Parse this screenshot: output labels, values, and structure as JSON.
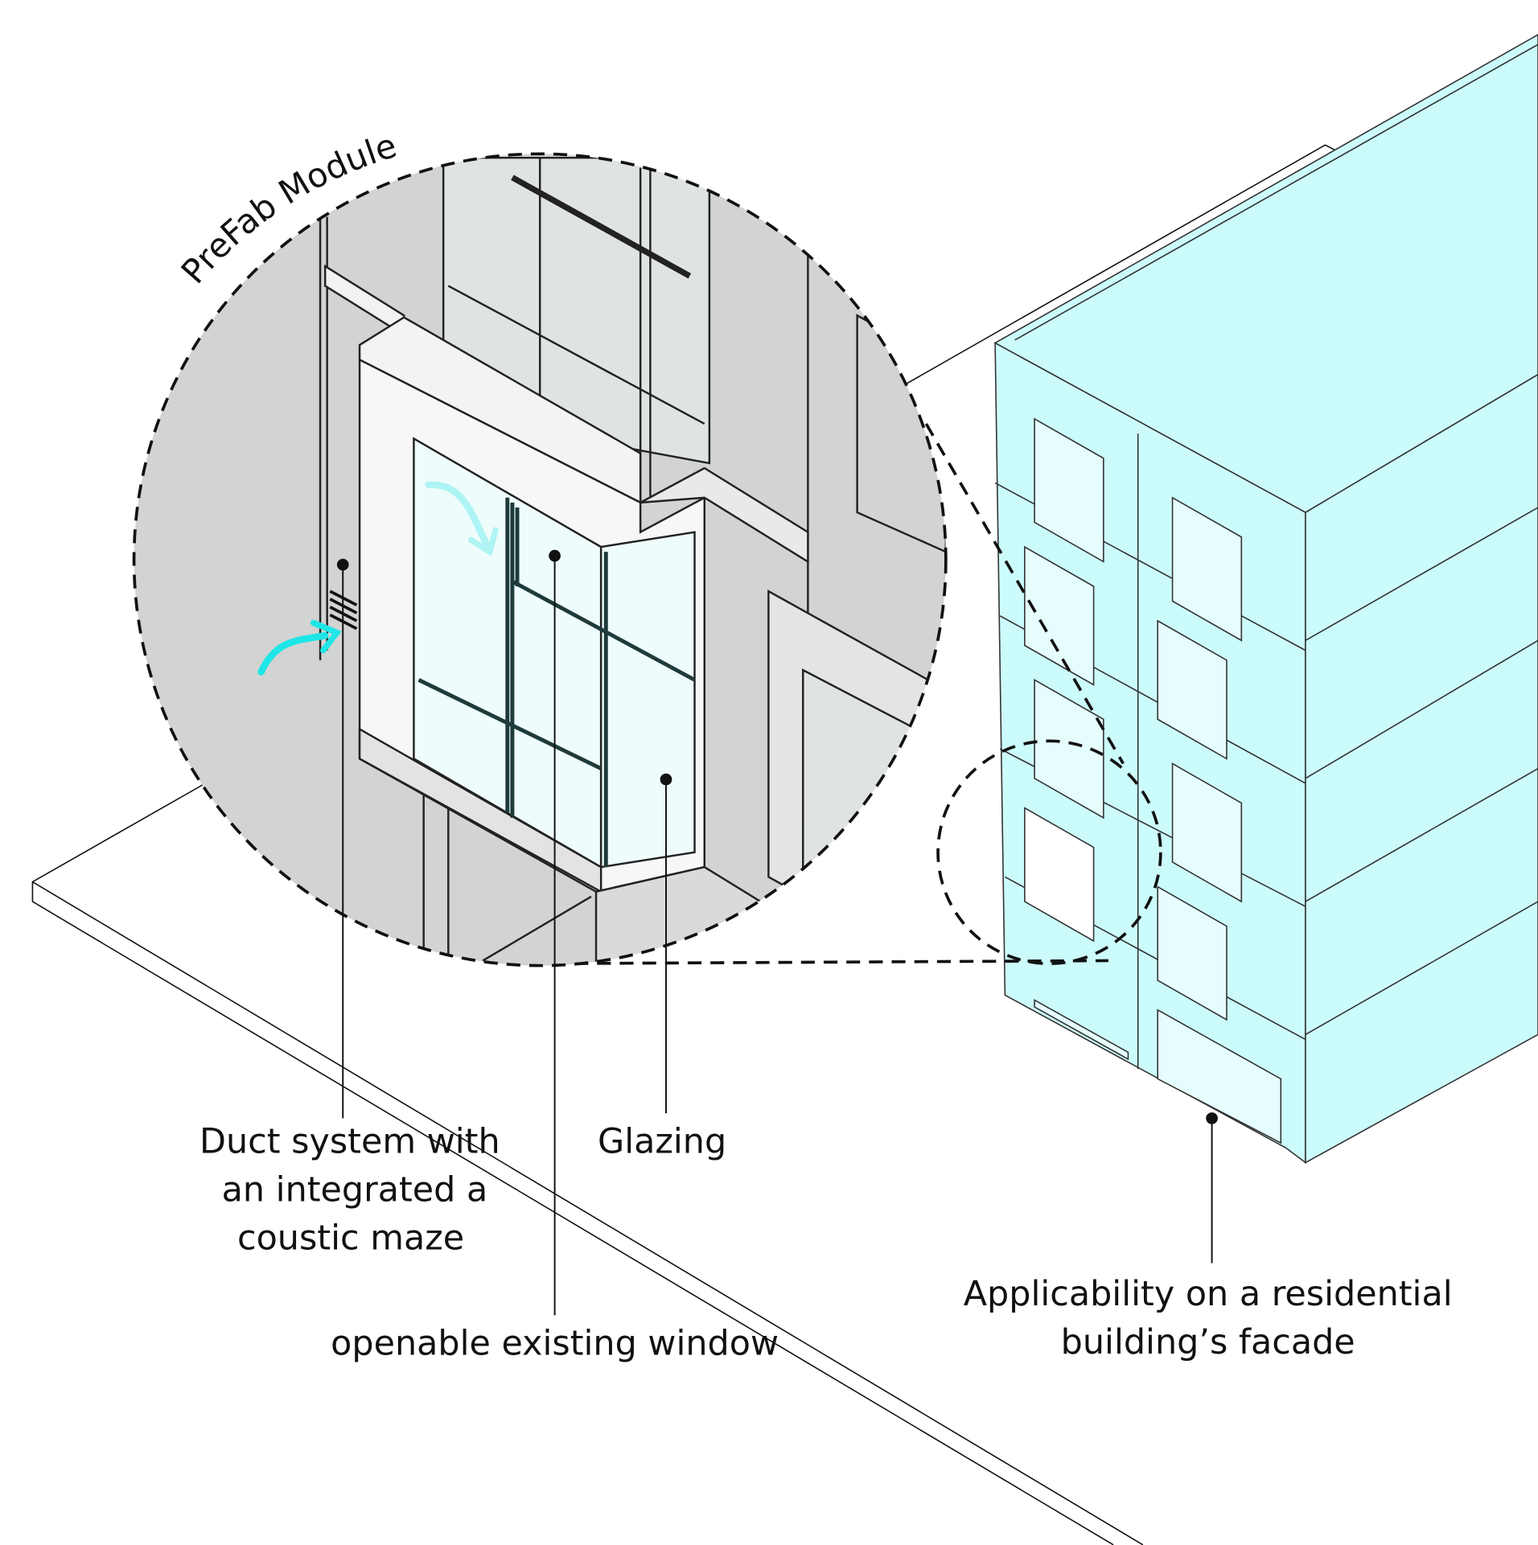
{
  "title_label": "PreFab Module",
  "labels": {
    "duct": [
      "Duct system with",
      "an integrated a",
      "coustic maze"
    ],
    "glazing": "Glazing",
    "window": "openable existing window",
    "applicability": [
      "Applicability on a residential",
      "building’s facade"
    ]
  },
  "colors": {
    "building_fill": "#ccfbfb",
    "glass_fill": "#eefcfc",
    "module_grey": "#d2d3d3",
    "airflow_arrow": "#1ee6e6"
  },
  "icons": [
    "airflow-arrow-icon",
    "acoustic-louver-icon"
  ]
}
